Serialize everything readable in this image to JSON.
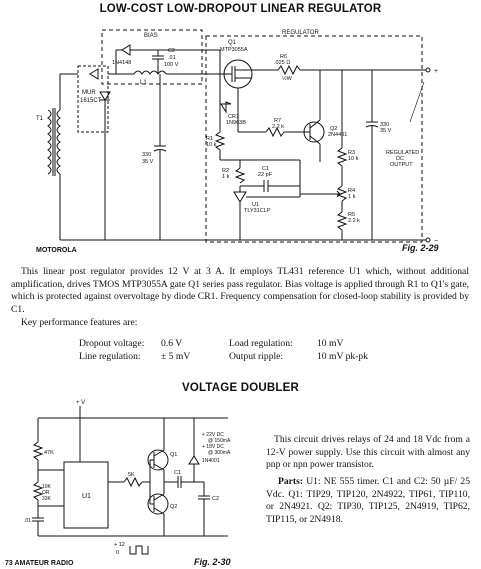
{
  "section1": {
    "title": "LOW-COST LOW-DROPOUT LINEAR REGULATOR",
    "source": "MOTOROLA",
    "figure": "Fig. 2-29",
    "description": "This linear post regulator provides 12 V at 3 A. It employs TL431 reference U1 which, without additional amplification, drives TMOS MTP3055A gate Q1 series pass regulator. Bias voltage is applied through R1 to Q1's gate, which is protected against overvoltage by diode CR1. Frequency compensation for closed-loop stability is provided by C1.",
    "features_intro": "Key performance features are:",
    "features": [
      {
        "label": "Dropout voltage:",
        "value": "0.6 V",
        "label2": "Load regulation:",
        "value2": "10 mV"
      },
      {
        "label": "Line regulation:",
        "value": "± 5 mV",
        "label2": "Output ripple:",
        "value2": "10 mV pk-pk"
      }
    ],
    "schematic": {
      "bias": "BIAS",
      "regulator": "REGULATOR",
      "diode_bias": "1N4148",
      "c2": "C2",
      "c2_val": "100 V",
      "c2_val2": ".01",
      "q1": "Q1",
      "q1_part": "MTP3055A",
      "r6": "R6",
      "r6_val": ".025 Ω",
      "r6_w": "½W",
      "mur": "MUR",
      "mur_part": "1615CT",
      "l1": "L1",
      "t1": "T1",
      "cr1": "CR1",
      "cr1_part": "1N963B",
      "r1": "R1",
      "r1_val": "10 k",
      "r7": "R7",
      "r7_val": "2.2 k",
      "q2": "Q2",
      "q2_part": "2N4401",
      "cap_in": "330",
      "cap_in_v": "35 V",
      "cap_out": "330",
      "cap_out_v": "35 V",
      "r2": "R2",
      "r2_val": "1 k",
      "c1": "C1",
      "c1_val": "22 pF",
      "u1": "U1",
      "u1_part": "TLY31CLP",
      "r3": "R3",
      "r3_val": "10 k",
      "r4": "R4",
      "r4_val": "1 k",
      "r5": "R5",
      "r5_val": "2.2 k",
      "out_label": "REGULATED",
      "out_label2": "DC",
      "out_label3": "OUTPUT",
      "plus": "+",
      "minus": "−"
    }
  },
  "section2": {
    "title": "VOLTAGE DOUBLER",
    "source": "73 AMATEUR RADIO",
    "figure": "Fig. 2-30",
    "description": "This circuit drives relays of 24 and 18 Vdc from a 12-V power supply. Use this circuit with almost any pnp or npn power transistor.",
    "parts_label": "Parts:",
    "parts": "U1: NE 555 timer. C1 and C2: 50 µF/ 25 Vdc. Q1: TIP29, TIP120, 2N4922, TIP61, TIP110, or 2N4921. Q2: TIP30, TIP125, 2N4919, TIP62, TIP115, or 2N4918.",
    "schematic": {
      "vplus": "+ V",
      "r_a": "47K",
      "r_b": "10K",
      "r_b2": "OR",
      "r_b3": "33K",
      "c_a": ".01",
      "u1": "U1",
      "q1": "Q1",
      "q2": "Q2",
      "c1": "C1",
      "c2": "C2",
      "d1": "1N4001",
      "out1": "+ 22V DC",
      "out2": "@ 150mA",
      "out3": "+ 18V DC",
      "out4": "@ 300mA",
      "r5": "5K",
      "v12": "+ 12",
      "zero": "0"
    }
  }
}
